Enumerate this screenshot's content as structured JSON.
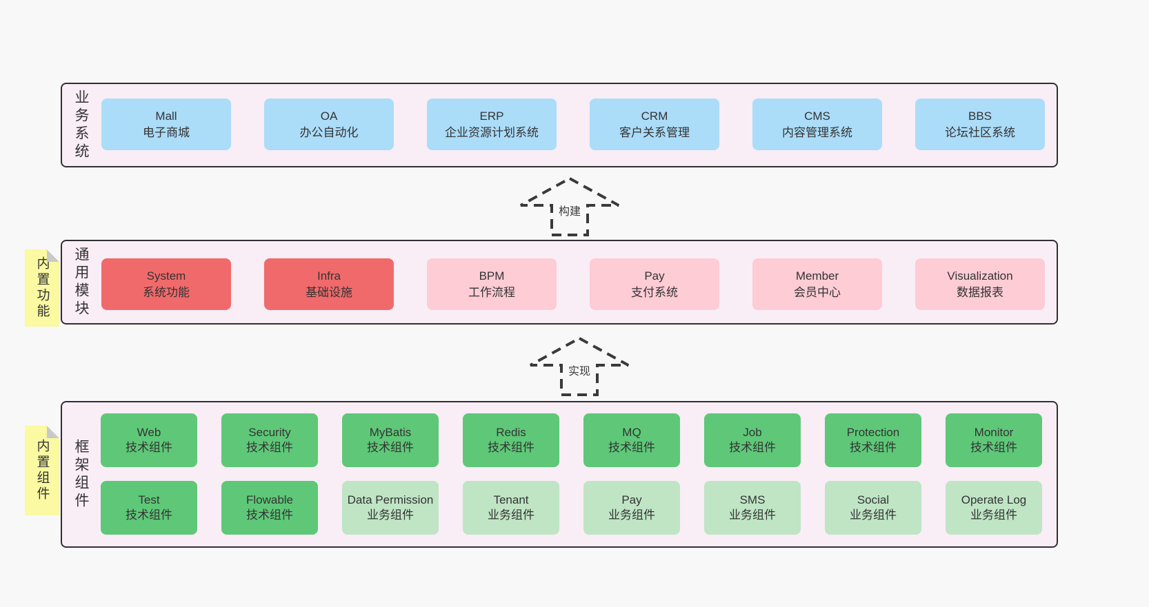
{
  "colors": {
    "canvas_bg": "#f8f8f8",
    "panel_bg": "#f9edf6",
    "panel_border": "#2f2f2f",
    "blue": "#abdcf8",
    "red": "#f16a6b",
    "pink": "#fdccd5",
    "green": "#5ec878",
    "light_green": "#bfe5c5",
    "yellow": "#fbf9a2",
    "fold_gray": "#c9c9c9",
    "text": "#333333"
  },
  "arrows": [
    {
      "label": "构建"
    },
    {
      "label": "实现"
    }
  ],
  "sections": {
    "business": {
      "label": "业务系统",
      "boxes": [
        {
          "title": "Mall",
          "subtitle": "电子商城"
        },
        {
          "title": "OA",
          "subtitle": "办公自动化"
        },
        {
          "title": "ERP",
          "subtitle": "企业资源计划系统"
        },
        {
          "title": "CRM",
          "subtitle": "客户关系管理"
        },
        {
          "title": "CMS",
          "subtitle": "内容管理系统"
        },
        {
          "title": "BBS",
          "subtitle": "论坛社区系统"
        }
      ]
    },
    "modules": {
      "label": "通用模块",
      "note": "内置功能",
      "boxes": [
        {
          "title": "System",
          "subtitle": "系统功能"
        },
        {
          "title": "Infra",
          "subtitle": "基础设施"
        },
        {
          "title": "BPM",
          "subtitle": "工作流程"
        },
        {
          "title": "Pay",
          "subtitle": "支付系统"
        },
        {
          "title": "Member",
          "subtitle": "会员中心"
        },
        {
          "title": "Visualization",
          "subtitle": "数据报表"
        }
      ]
    },
    "framework": {
      "label": "框架组件",
      "note": "内置组件",
      "row1": [
        {
          "title": "Web",
          "subtitle": "技术组件"
        },
        {
          "title": "Security",
          "subtitle": "技术组件"
        },
        {
          "title": "MyBatis",
          "subtitle": "技术组件"
        },
        {
          "title": "Redis",
          "subtitle": "技术组件"
        },
        {
          "title": "MQ",
          "subtitle": "技术组件"
        },
        {
          "title": "Job",
          "subtitle": "技术组件"
        },
        {
          "title": "Protection",
          "subtitle": "技术组件"
        },
        {
          "title": "Monitor",
          "subtitle": "技术组件"
        }
      ],
      "row2": [
        {
          "title": "Test",
          "subtitle": "技术组件"
        },
        {
          "title": "Flowable",
          "subtitle": "技术组件"
        },
        {
          "title": "Data Permission",
          "subtitle": "业务组件"
        },
        {
          "title": "Tenant",
          "subtitle": "业务组件"
        },
        {
          "title": "Pay",
          "subtitle": "业务组件"
        },
        {
          "title": "SMS",
          "subtitle": "业务组件"
        },
        {
          "title": "Social",
          "subtitle": "业务组件"
        },
        {
          "title": "Operate Log",
          "subtitle": "业务组件"
        }
      ]
    }
  }
}
